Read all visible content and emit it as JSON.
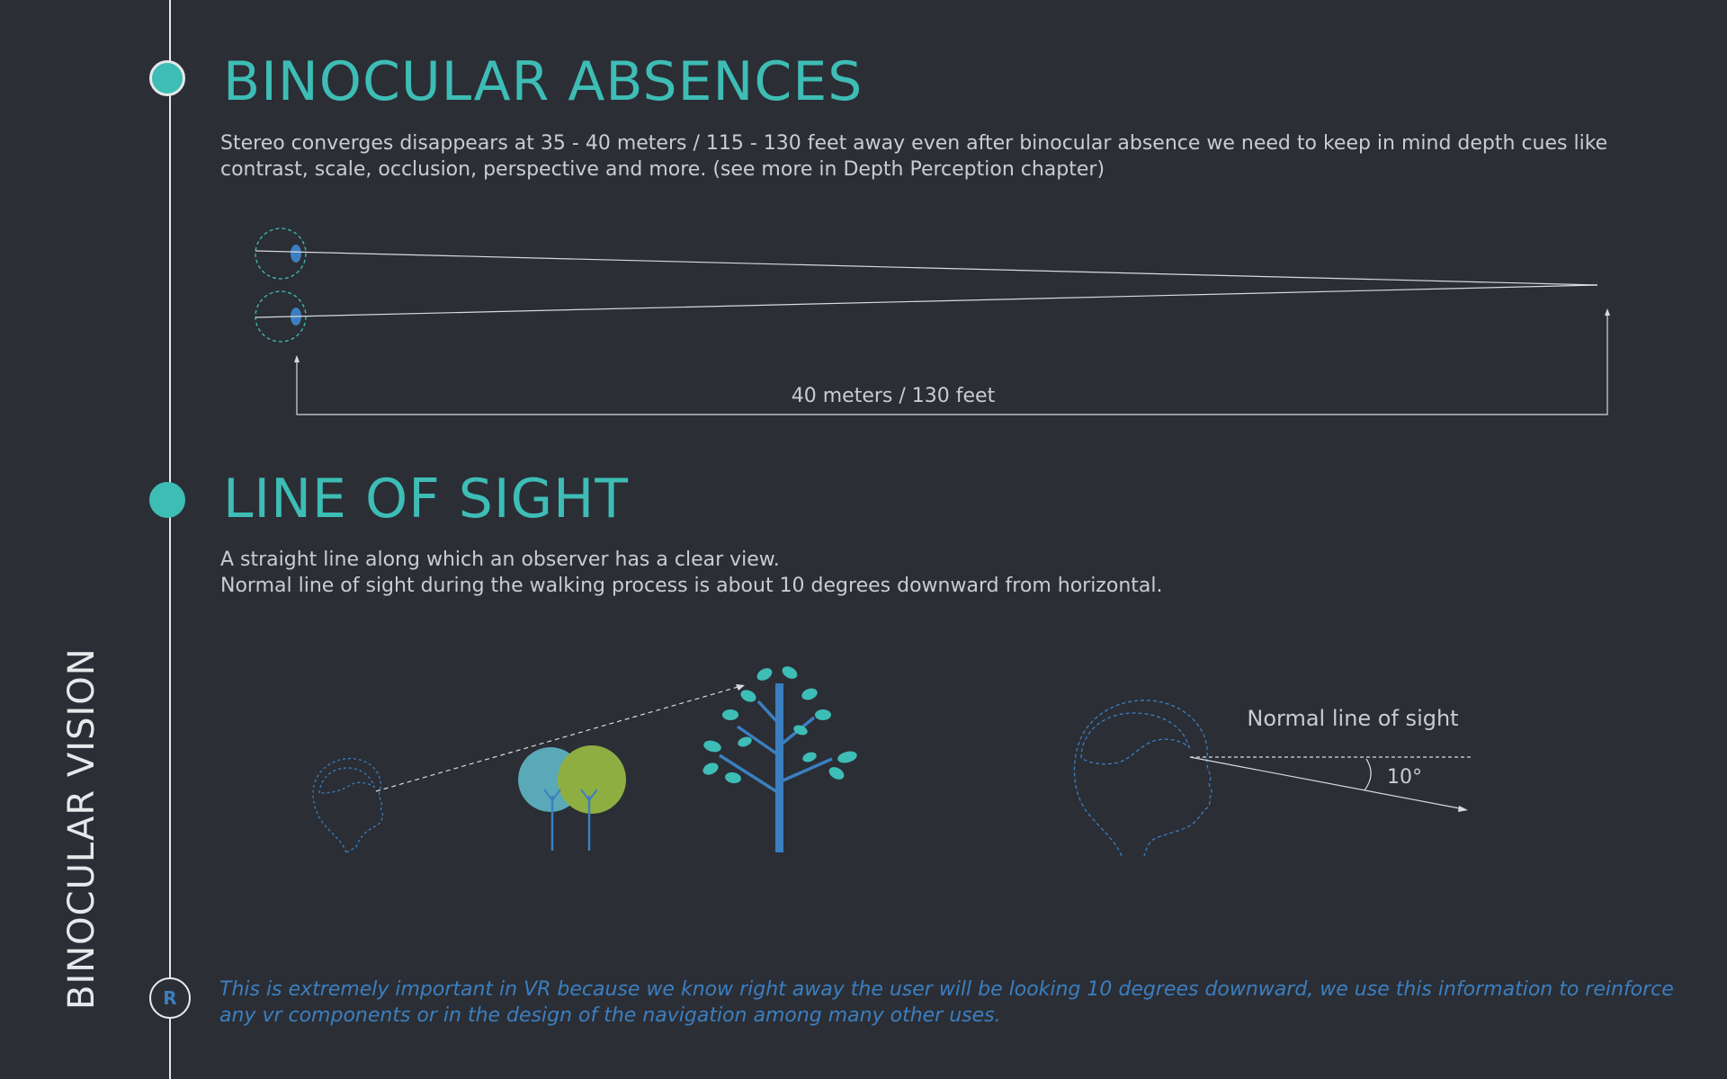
{
  "side_title": "BINOCULAR VISION",
  "sections": [
    {
      "title": "BINOCULAR ABSENCES",
      "paragraph": "Stereo converges disappears at 35 - 40 meters / 115 - 130 feet away even after binocular absence we need to keep in mind depth cues  like contrast, scale, occlusion, perspective and more. (see more in Depth Perception chapter)"
    },
    {
      "title": "LINE OF SIGHT",
      "paragraph_lines": [
        "A straight line along which an observer has a clear view.",
        "Normal line of sight during the walking process is about 10 degrees downward from horizontal."
      ]
    }
  ],
  "diagrams": {
    "distance_label": "40 meters / 130 feet",
    "normal_line_label": "Normal line of sight",
    "angle_label": "10°"
  },
  "note": {
    "marker": "R",
    "text": "This is extremely important in VR because we know right away the user will be looking 10 degrees downward, we use this information to reinforce any vr components or in the design of the navigation among many other uses."
  },
  "colors": {
    "background": "#2b2e35",
    "accent_teal": "#3dbdb5",
    "accent_blue": "#3b7fc0",
    "accent_green": "#8fae42",
    "text": "#c9ccd1",
    "line": "#e6e8ea"
  }
}
